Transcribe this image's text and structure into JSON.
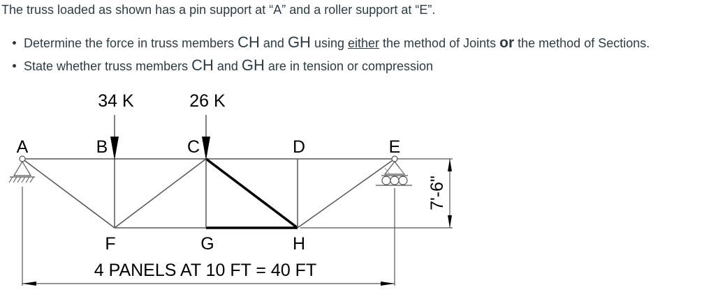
{
  "problem": {
    "intro": "The truss loaded as shown has a pin support at “A” and a roller support at “E”.",
    "bullet1": {
      "t1": "Determine the force in truss members ",
      "m1": "CH",
      "t2": " and ",
      "m2": "GH",
      "t3": " using ",
      "either": "either",
      "t4": " the method of Joints ",
      "or": "or",
      "t5": " the method of Sections."
    },
    "bullet2": {
      "t1": "State whether truss members ",
      "m1": "CH",
      "t2": " and ",
      "m2": "GH",
      "t3": " are in tension or compression"
    }
  },
  "figure": {
    "loads": {
      "b": "34 K",
      "c": "26 K"
    },
    "nodes": {
      "a": "A",
      "b": "B",
      "c": "C",
      "d": "D",
      "e": "E",
      "f": "F",
      "g": "G",
      "h": "H"
    },
    "span_dimension": "4 PANELS AT 10 FT = 40 FT",
    "height_dimension": "7'-6\""
  }
}
